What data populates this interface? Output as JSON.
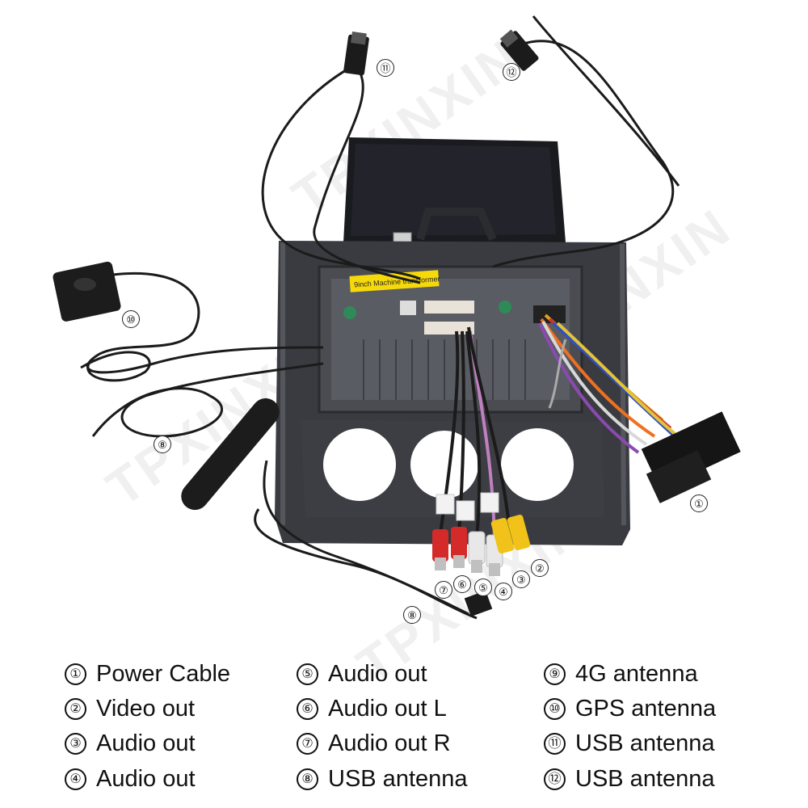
{
  "watermark": "TPXINXIN",
  "sticker_text": "9inch Machine transformer",
  "callouts": [
    "①",
    "②",
    "③",
    "④",
    "⑤",
    "⑥",
    "⑦",
    "⑧",
    "⑧",
    "⑩",
    "⑪",
    "⑫"
  ],
  "legend": {
    "col1": [
      {
        "num": "①",
        "label": "Power Cable"
      },
      {
        "num": "②",
        "label": "Video out"
      },
      {
        "num": "③",
        "label": "Audio out"
      },
      {
        "num": "④",
        "label": "Audio out"
      }
    ],
    "col2": [
      {
        "num": "⑤",
        "label": "Audio out"
      },
      {
        "num": "⑥",
        "label": "Audio out L"
      },
      {
        "num": "⑦",
        "label": "Audio out R"
      },
      {
        "num": "⑧",
        "label": "USB antenna"
      }
    ],
    "col3": [
      {
        "num": "⑨",
        "label": "4G antenna"
      },
      {
        "num": "⑩",
        "label": "GPS antenna"
      },
      {
        "num": "⑪",
        "label": "USB antenna"
      },
      {
        "num": "⑫",
        "label": "USB antenna"
      }
    ]
  },
  "colors": {
    "frame": "#3a3b40",
    "screen": "#1a1b1f",
    "cable": "#1b1b1b",
    "rca_red": "#d42a2a",
    "rca_yellow": "#f0c21a",
    "rca_white": "#e8e8e8",
    "sticker": "#f5d90a"
  }
}
